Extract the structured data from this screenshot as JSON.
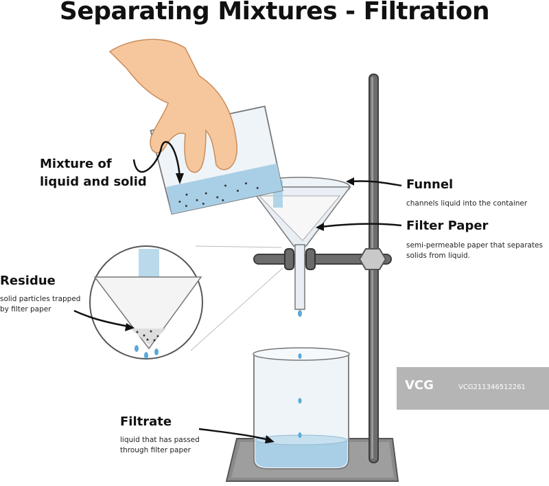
{
  "title": "Separating Mixtures - Filtration",
  "labels": {
    "mixture": {
      "line1": "Mixture of",
      "line2": "liquid and solid"
    },
    "funnel": {
      "name": "Funnel",
      "desc": "channels liquid into the container"
    },
    "filter_paper": {
      "name": "Filter Paper",
      "desc1": "semi-permeable paper that separates",
      "desc2": "solids from liquid."
    },
    "residue": {
      "name": "Residue",
      "desc1": "solid particles trapped",
      "desc2": "by filter paper"
    },
    "filtrate": {
      "name": "Filtrate",
      "desc1": "liquid that has passed",
      "desc2": "through filter paper"
    }
  },
  "watermark": {
    "logo": "VCG",
    "id": "VCG211346512261"
  },
  "colors": {
    "liquid": "#a9cfe6",
    "glass": "#e8f0f5",
    "stand": "#6d6d6d",
    "base": "#8a8a8a",
    "skin": "#f6c79c",
    "drop": "#5aa9d8"
  }
}
